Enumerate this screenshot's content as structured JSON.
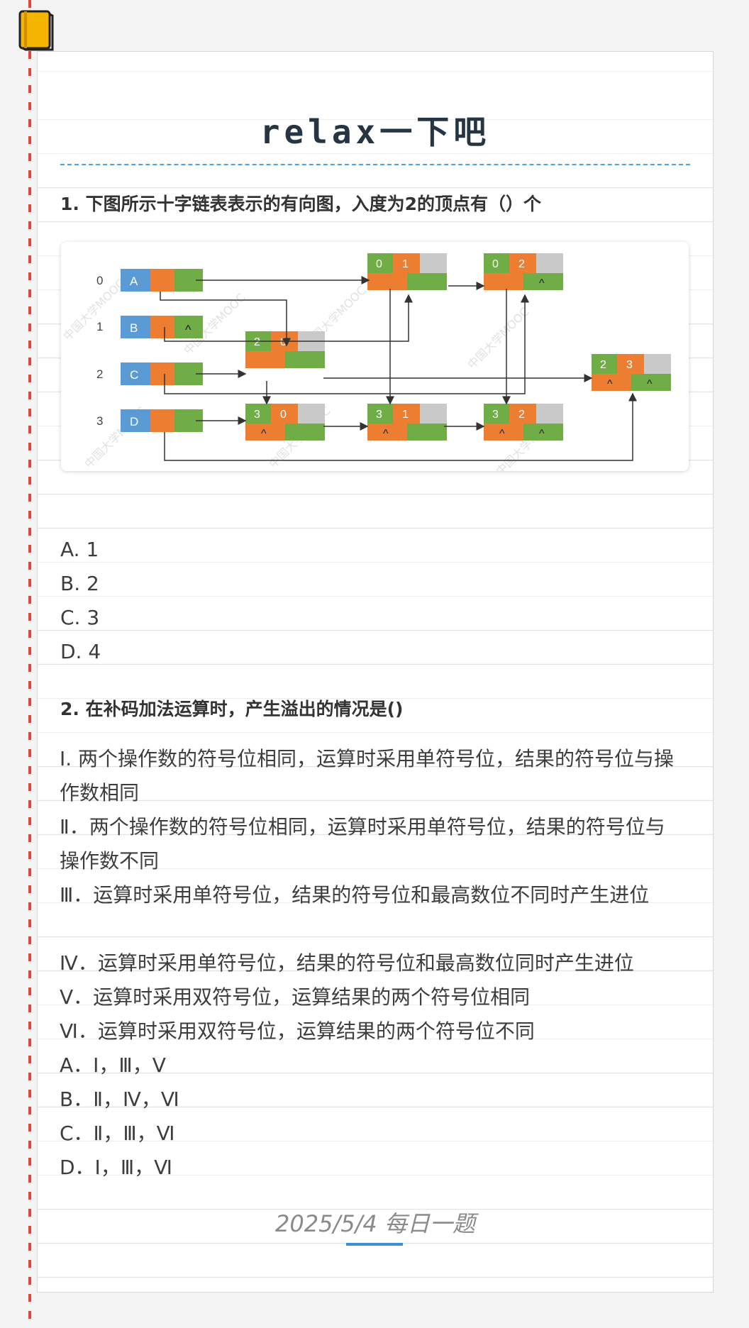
{
  "title": "relax一下吧",
  "question1": {
    "text": "1. 下图所示十字链表表示的有向图，入度为2的顶点有（）个",
    "options": [
      "A. 1",
      "B. 2",
      "C. 3",
      "D. 4"
    ],
    "figure": {
      "row_labels": [
        "0",
        "1",
        "2",
        "3"
      ],
      "vertex_nodes": [
        "A",
        "B",
        "C",
        "D"
      ],
      "null_symbol": "^",
      "arc_nodes": [
        {
          "tail": "0",
          "head": "1"
        },
        {
          "tail": "0",
          "head": "2"
        },
        {
          "tail": "2",
          "head": "0"
        },
        {
          "tail": "2",
          "head": "3"
        },
        {
          "tail": "3",
          "head": "0"
        },
        {
          "tail": "3",
          "head": "1"
        },
        {
          "tail": "3",
          "head": "2"
        }
      ],
      "watermark": "中国大学MOOC"
    }
  },
  "question2": {
    "text": "2. 在补码加法运算时，产生溢出的情况是()",
    "statements": [
      "I. 两个操作数的符号位相同，运算时采用单符号位，结果的符号位与操作数相同",
      "Ⅱ．两个操作数的符号位相同，运算时采用单符号位，结果的符号位与操作数不同",
      "Ⅲ．运算时采用单符号位，结果的符号位和最高数位不同时产生进位",
      "Ⅳ．运算时采用单符号位，结果的符号位和最高数位同时产生进位",
      "Ⅴ．运算时采用双符号位，运算结果的两个符号位相同",
      "Ⅵ．运算时采用双符号位，运算结果的两个符号位不同"
    ],
    "options": [
      "A．Ⅰ，Ⅲ，Ⅴ",
      "B．Ⅱ，Ⅳ，Ⅵ",
      "C．Ⅱ，Ⅲ，Ⅵ",
      "D．Ⅰ，Ⅲ，Ⅵ"
    ]
  },
  "footer": {
    "date": "2025/5/4 每日一题"
  },
  "colors": {
    "blue": "#5b9bd5",
    "orange": "#ed7d31",
    "green": "#70ad47",
    "gray": "#c9c9c9"
  }
}
